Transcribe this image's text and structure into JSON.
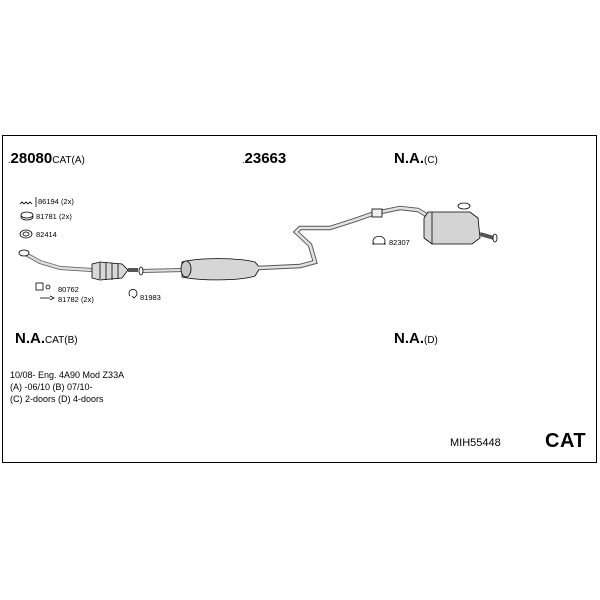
{
  "refs": {
    "front": {
      "prefix": ".",
      "number": "28080",
      "suffix": "CAT(A)"
    },
    "middle": {
      "prefix": ".",
      "number": "23663",
      "suffix": ""
    },
    "rear": {
      "prefix": "",
      "number": "N.A.",
      "suffix": "(C)"
    },
    "alt_front": {
      "prefix": "",
      "number": "N.A.",
      "suffix": "CAT(B)"
    },
    "alt_rear": {
      "prefix": "",
      "number": "N.A.",
      "suffix": "(D)"
    }
  },
  "parts": {
    "p86194": "86194 (2x)",
    "p81781": "81781 (2x)",
    "p82414": "82414",
    "p80762": "80762",
    "p81782": "81782 (2x)",
    "p81983": "81983",
    "p82307": "82307"
  },
  "notes": {
    "line1": "10/08-   Eng. 4A90   Mod  Z33A",
    "line2": "(A) -06/10 (B) 07/10-",
    "line3": "(C) 2-doors (D) 4-doors"
  },
  "part_number": "MIH55448",
  "brand": "CAT",
  "icons": [
    "bolt-icon",
    "nut-icon",
    "gasket-icon",
    "clamp-icon",
    "hanger-icon",
    "bracket-icon"
  ]
}
